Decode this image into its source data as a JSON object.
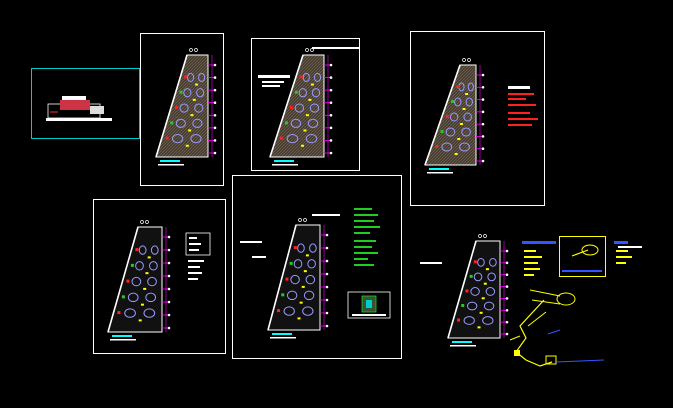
{
  "viewport": {
    "name": "cad-model-space",
    "background": "#000000"
  },
  "colors": {
    "frame": "#ffffff",
    "selected_frame": "#00cccc",
    "outline": "#ffffff",
    "fill": "#5a4a3a",
    "rooms": "#9999ff",
    "dims": "#ff00ff",
    "marks_red": "#ff2020",
    "marks_green": "#22cc22",
    "marks_yellow": "#ffff00",
    "marks_cyan": "#00ffff",
    "legend_blue": "#3355ff",
    "iso": "#ffff00"
  },
  "sheets": [
    {
      "id": "sheet-site-plan",
      "selected": true
    },
    {
      "id": "sheet-plan-1"
    },
    {
      "id": "sheet-plan-2"
    },
    {
      "id": "sheet-plan-3"
    },
    {
      "id": "sheet-plan-4"
    },
    {
      "id": "sheet-plan-5"
    },
    {
      "id": "sheet-plan-6-isometric"
    }
  ]
}
